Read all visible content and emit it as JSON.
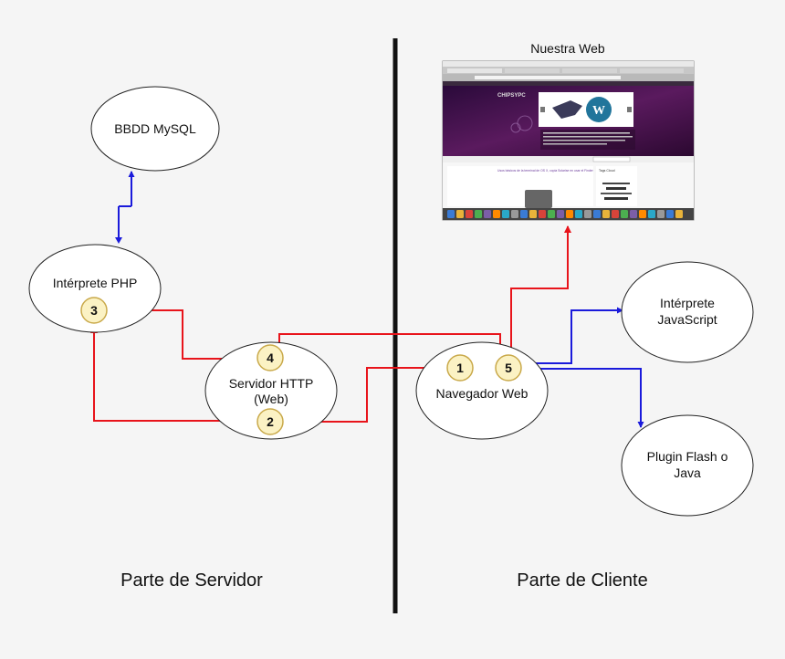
{
  "sections": {
    "server": "Parte de Servidor",
    "client": "Parte de Cliente"
  },
  "nodes": {
    "mysql": "BBDD MySQL",
    "php": "Intérprete PHP",
    "http_line1": "Servidor HTTP",
    "http_line2": "(Web)",
    "browser": "Navegador Web",
    "js_line1": "Intérprete",
    "js_line2": "JavaScript",
    "flash_line1": "Plugin Flash o",
    "flash_line2": "Java"
  },
  "website": {
    "title": "Nuestra Web",
    "post_title": "Usos básicos de la terminal de OS X, copia Solarise en usar el Finder",
    "tag_cloud": "Tags Cloud"
  },
  "steps": [
    "1",
    "2",
    "3",
    "4",
    "5"
  ],
  "colors": {
    "request_flow": "#e8141b",
    "local_flow": "#1a1adb",
    "step_fill": "#fbf2c4",
    "step_stroke": "#c9a94a",
    "divider": "#111111"
  }
}
